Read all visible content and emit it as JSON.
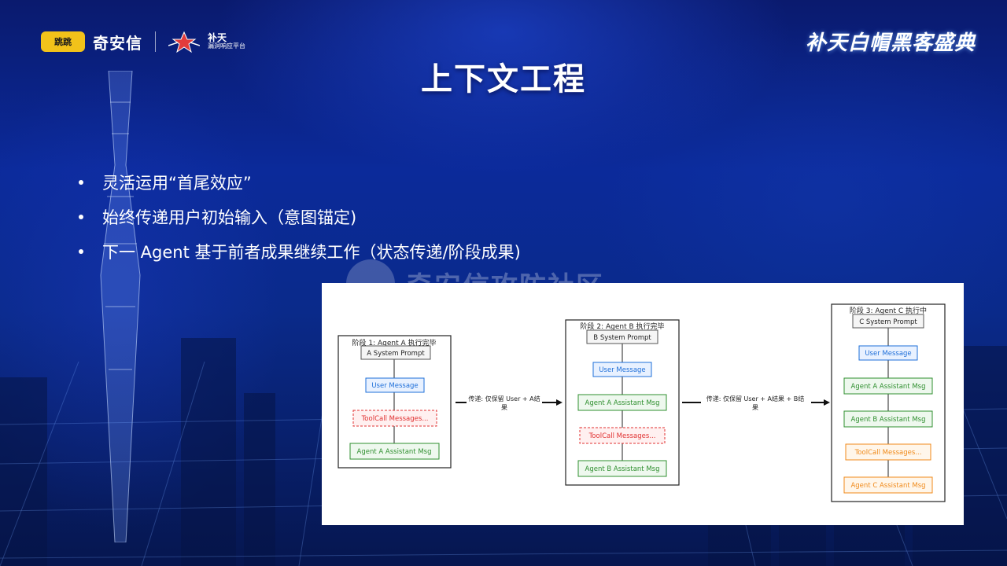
{
  "header": {
    "logo_text": "奇安信",
    "logo_mark_text": "跳跳",
    "butian_title": "补天",
    "butian_subtitle": "漏洞响应平台",
    "event_title": "补天白帽黑客盛典"
  },
  "title": "上下文工程",
  "bullets": [
    "灵活运用“首尾效应”",
    "始终传递用户初始输入（意图锚定)",
    "下一 Agent 基于前者成果继续工作（状态传递/阶段成果)"
  ],
  "watermark": "奇安信攻防社区",
  "diagram": {
    "stage1": {
      "title": "阶段 1: Agent A 执行完毕",
      "items": [
        "A System Prompt",
        "User Message",
        "ToolCall Messages...",
        "Agent A Assistant Msg"
      ]
    },
    "arrow1": [
      "传递: 仅保留 User + A结",
      "果"
    ],
    "stage2": {
      "title": "阶段 2: Agent B 执行完毕",
      "items": [
        "B System Prompt",
        "User Message",
        "Agent A Assistant Msg",
        "ToolCall Messages...",
        "Agent B Assistant Msg"
      ]
    },
    "arrow2": [
      "传递: 仅保留 User + A结果 + B结",
      "果"
    ],
    "stage3": {
      "title": "阶段 3: Agent C 执行中",
      "items": [
        "C System Prompt",
        "User Message",
        "Agent A Assistant Msg",
        "Agent B Assistant Msg",
        "ToolCall Messages...",
        "Agent C Assistant Msg"
      ]
    },
    "colors": {
      "system": "#555555",
      "user": "#1e6fd9",
      "toolcall_red": "#e03030",
      "assistant_green": "#2f8f2f",
      "orange": "#f08a1a"
    }
  }
}
